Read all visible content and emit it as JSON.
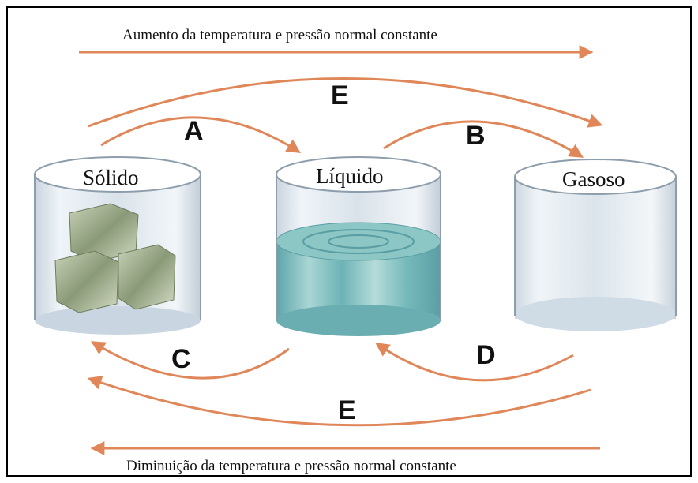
{
  "captions": {
    "top": "Aumento da temperatura e pressão normal constante",
    "bottom": "Diminuição da temperatura e pressão normal constante"
  },
  "states": {
    "solid": "Sólido",
    "liquid": "Líquido",
    "gas": "Gasoso"
  },
  "transitions": {
    "A": "A",
    "B": "B",
    "C": "C",
    "D": "D",
    "E_top": "E",
    "E_bottom": "E"
  },
  "colors": {
    "arrow": "#e0875a",
    "frame": "#000000",
    "glass": "#c8d6e2",
    "ice": "#9aa88a",
    "liquid": "#6fb3b8"
  }
}
